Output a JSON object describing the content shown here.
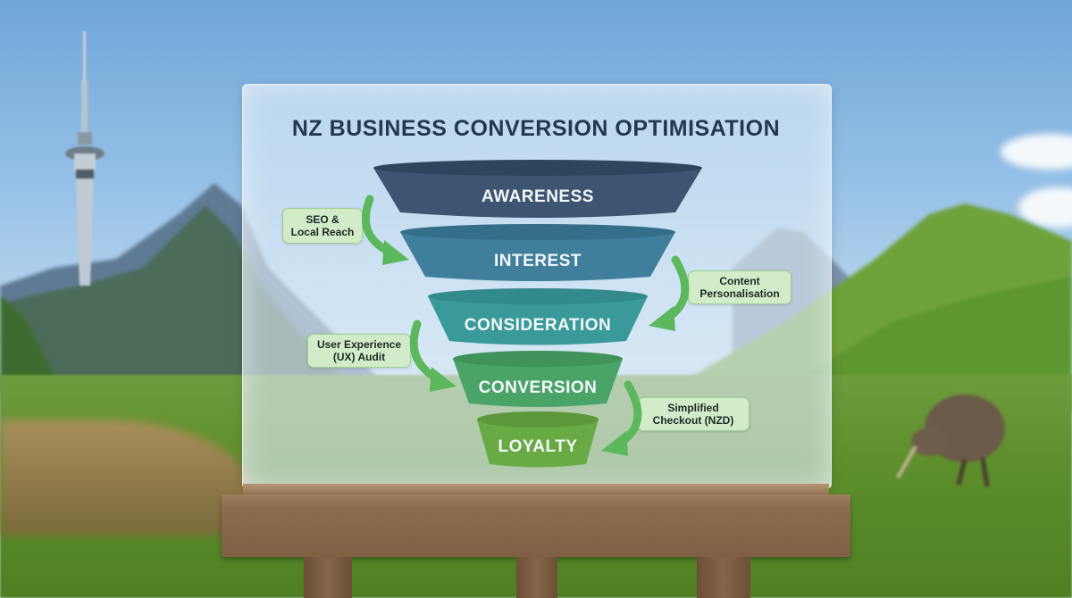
{
  "diagram": {
    "title": "NZ BUSINESS CONVERSION OPTIMISATION",
    "type": "funnel",
    "stages": [
      {
        "label": "AWARENESS",
        "color": "#3d5570"
      },
      {
        "label": "INTEREST",
        "color": "#3f7f9c"
      },
      {
        "label": "CONSIDERATION",
        "color": "#3a9a9a"
      },
      {
        "label": "CONVERSION",
        "color": "#4aa468"
      },
      {
        "label": "LOYALTY",
        "color": "#6aaa45"
      }
    ],
    "annotations": [
      {
        "line1": "SEO &",
        "line2": "Local Reach",
        "from": "AWARENESS",
        "to": "INTEREST",
        "side": "left"
      },
      {
        "line1": "Content",
        "line2": "Personalisation",
        "from": "INTEREST",
        "to": "CONSIDERATION",
        "side": "right"
      },
      {
        "line1": "User Experience",
        "line2": "(UX) Audit",
        "from": "CONSIDERATION",
        "to": "CONVERSION",
        "side": "left"
      },
      {
        "line1": "Simplified",
        "line2": "Checkout (NZD)",
        "from": "CONVERSION",
        "to": "LOYALTY",
        "side": "right"
      }
    ],
    "arrow_color": "#5cb85c",
    "note_bg_color": "#d2ebc9"
  },
  "scene": {
    "background": "New Zealand landscape: Sky Tower, mountains, lake, green hills, kiwi bird",
    "stand": "wooden easel holding glass panel"
  }
}
